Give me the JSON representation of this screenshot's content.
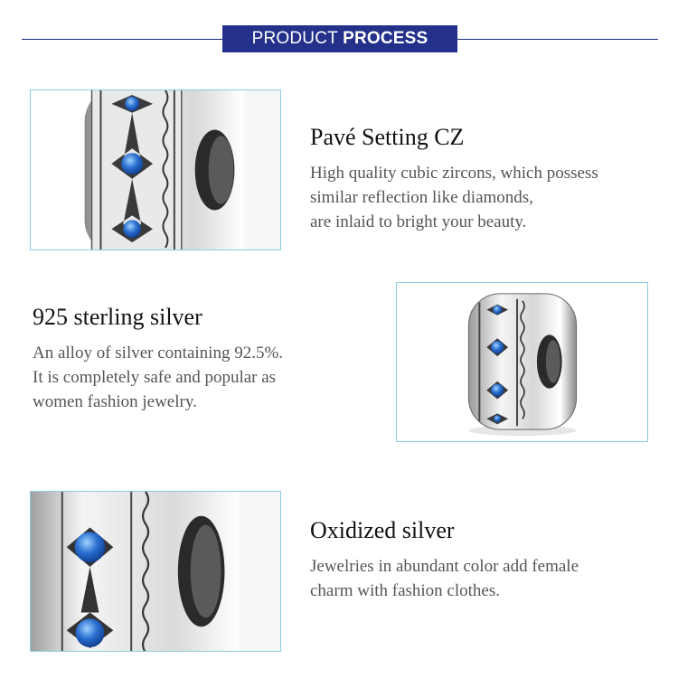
{
  "header": {
    "title_light": "PRODUCT",
    "title_bold": "PROCESS",
    "accent_color": "#24318a"
  },
  "sections": [
    {
      "title": "Pavé Setting CZ",
      "lines": [
        "High quality cubic zircons, which possess",
        "similar reflection like diamonds,",
        "are inlaid to bright your beauty."
      ]
    },
    {
      "title": "925 sterling silver",
      "lines": [
        "An alloy of silver containing 92.5%.",
        "It is completely safe and popular as",
        "women fashion jewelry."
      ]
    },
    {
      "title": "Oxidized silver",
      "lines": [
        "Jewelries in abundant color add female",
        "charm with fashion clothes."
      ]
    }
  ],
  "images": [
    {
      "name": "silver-charm-closeup-photo",
      "stone_color": "#2a6fd0"
    },
    {
      "name": "silver-charm-full-photo",
      "stone_color": "#2a6fd0"
    },
    {
      "name": "silver-charm-detail-photo",
      "stone_color": "#2a6fd0"
    }
  ],
  "frame_color": "#8ecbe0"
}
